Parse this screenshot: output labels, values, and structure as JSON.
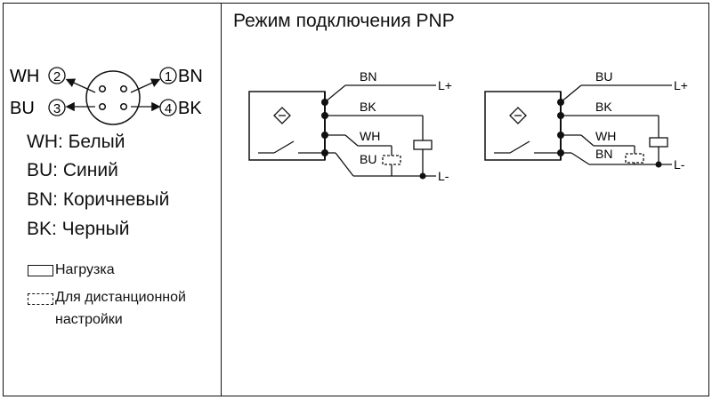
{
  "title": "Режим подключения PNP",
  "connector": {
    "pins": [
      {
        "num": "2",
        "code": "WH"
      },
      {
        "num": "1",
        "code": "BN"
      },
      {
        "num": "3",
        "code": "BU"
      },
      {
        "num": "4",
        "code": "BK"
      }
    ]
  },
  "color_legend": [
    "WH: Белый",
    "BU: Синий",
    "BN: Коричневый",
    "BK: Черный"
  ],
  "symbol_legend": {
    "load": "Нагрузка",
    "remote_line1": "Для дистанционной",
    "remote_line2": "настройки"
  },
  "diagram_left": {
    "wires": [
      "BN",
      "BK",
      "WH",
      "BU"
    ],
    "plus": "L+",
    "minus": "L-"
  },
  "diagram_right": {
    "wires": [
      "BU",
      "BK",
      "WH",
      "BN"
    ],
    "plus": "L+",
    "minus": "L-"
  }
}
